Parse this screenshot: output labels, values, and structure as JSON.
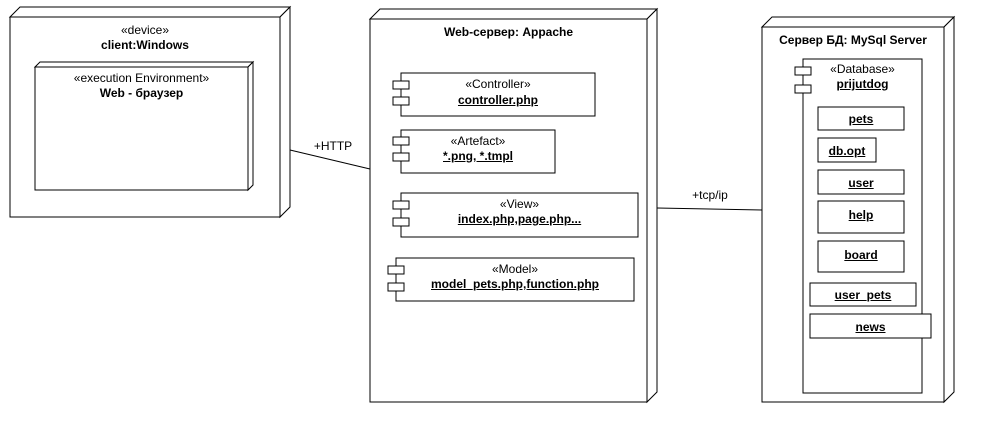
{
  "client_node": {
    "stereotype": "«device»",
    "name": "client:Windows",
    "inner": {
      "stereotype": "«execution Environment»",
      "name": "Web - браузер"
    }
  },
  "web_node": {
    "title": "Web-сервер: Appache",
    "components": [
      {
        "stereotype": "«Controller»",
        "name": "controller.php"
      },
      {
        "stereotype": "«Artefact»",
        "name": "*.png, *.tmpl"
      },
      {
        "stereotype": "«View»",
        "name": "index.php,page.php..."
      },
      {
        "stereotype": "«Model»",
        "name": "model_pets.php,function.php"
      }
    ]
  },
  "db_node": {
    "title": "Сервер БД:  MySql Server",
    "database": {
      "stereotype": "«Database»",
      "name": "prijutdog"
    },
    "tables": [
      "pets",
      "db.opt",
      "user",
      "help",
      "board",
      "user_pets",
      "news"
    ]
  },
  "connections": {
    "http_label": "+HTTP",
    "tcp_label": "+tcp/ip"
  }
}
